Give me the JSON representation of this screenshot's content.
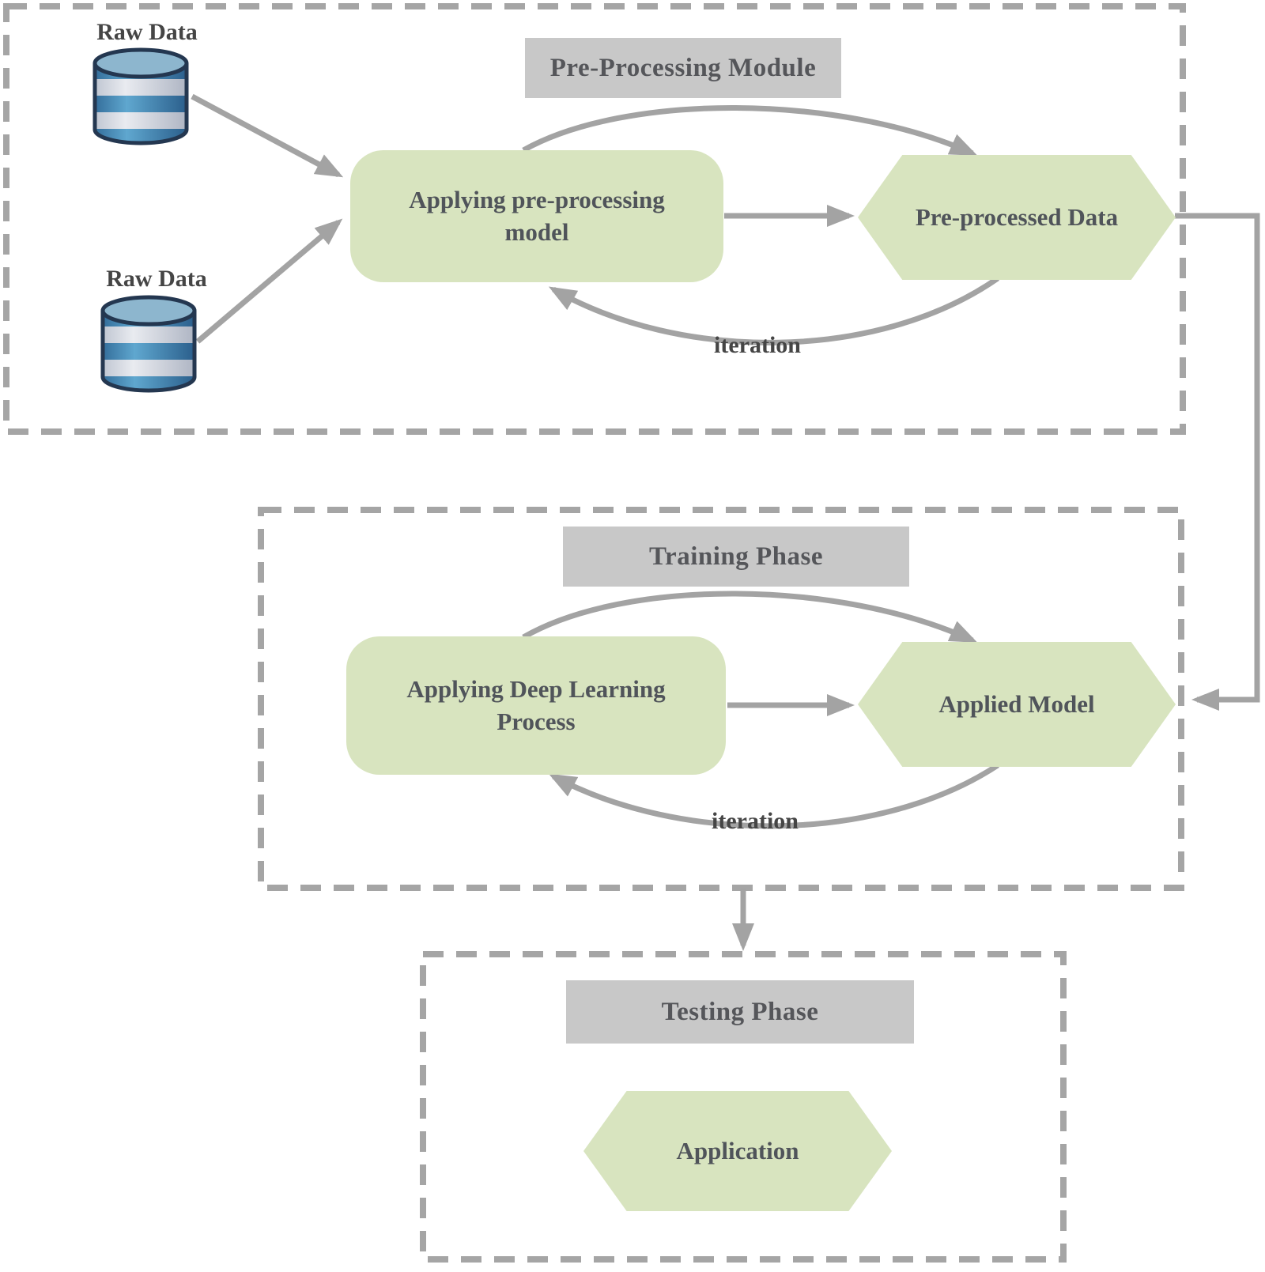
{
  "diagram": {
    "preprocessing": {
      "title": "Pre-Processing Module",
      "raw_data_1_label": "Raw Data",
      "raw_data_2_label": "Raw Data",
      "process_line1": "Applying pre-processing",
      "process_line2": "model",
      "output_label": "Pre-processed Data",
      "iteration_label": "iteration"
    },
    "training": {
      "title": "Training Phase",
      "process_line1": "Applying Deep Learning",
      "process_line2": "Process",
      "output_label": "Applied Model",
      "iteration_label": "iteration"
    },
    "testing": {
      "title": "Testing Phase",
      "output_label": "Application"
    }
  },
  "colors": {
    "node_green": "#d8e4bf",
    "titlebar_gray": "#c8c8c8",
    "dash_gray": "#a5a5a5",
    "arrow_gray": "#a3a3a3",
    "text_dark": "#50545a",
    "cylinder_outline": "#243750",
    "cylinder_top": "#8db6ce",
    "cylinder_blue": "#3c7ea8",
    "cylinder_light": "#dfe2e9"
  }
}
